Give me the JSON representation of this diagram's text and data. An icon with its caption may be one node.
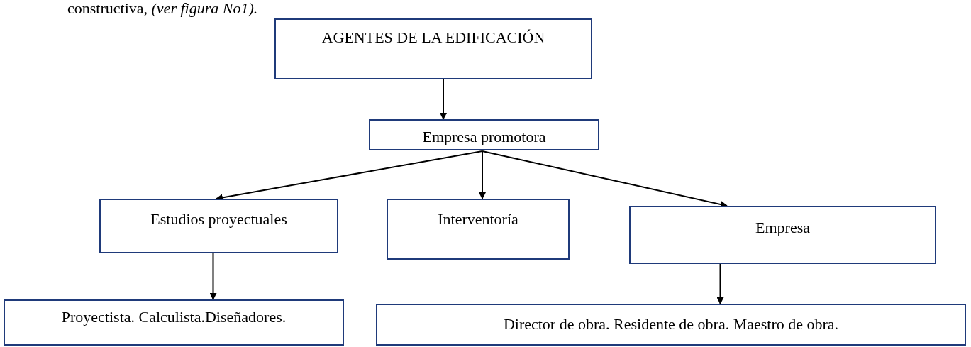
{
  "diagram": {
    "nodes": [
      {
        "text": [
          "AGENTES DE LA EDIFICACIÓN"
        ]
      },
      {
        "text": [
          "Empresa promotora"
        ]
      },
      {
        "text": [
          "Estudios proyectuales"
        ]
      },
      {
        "text": [
          "Interventoría"
        ]
      },
      {
        "text": [
          "Empresa"
        ]
      },
      {
        "text": [
          "Proyectista. Calculista.Diseñadores."
        ]
      },
      {
        "text": [
          "Director de obra. Residente de obra. Maestro de obra."
        ]
      }
    ],
    "edges": [
      {
        "from": 0,
        "to": 1,
        "arrow": "to"
      },
      {
        "from": 1,
        "to": 2,
        "arrow": "to"
      },
      {
        "from": 1,
        "to": 3,
        "arrow": "to"
      },
      {
        "from": 1,
        "to": 4,
        "arrow": "to"
      },
      {
        "from": 2,
        "to": 5,
        "arrow": "to"
      },
      {
        "from": 4,
        "to": 6,
        "arrow": "to"
      }
    ],
    "labels": [
      "constructiva, *(ver figura No1).*"
    ]
  }
}
